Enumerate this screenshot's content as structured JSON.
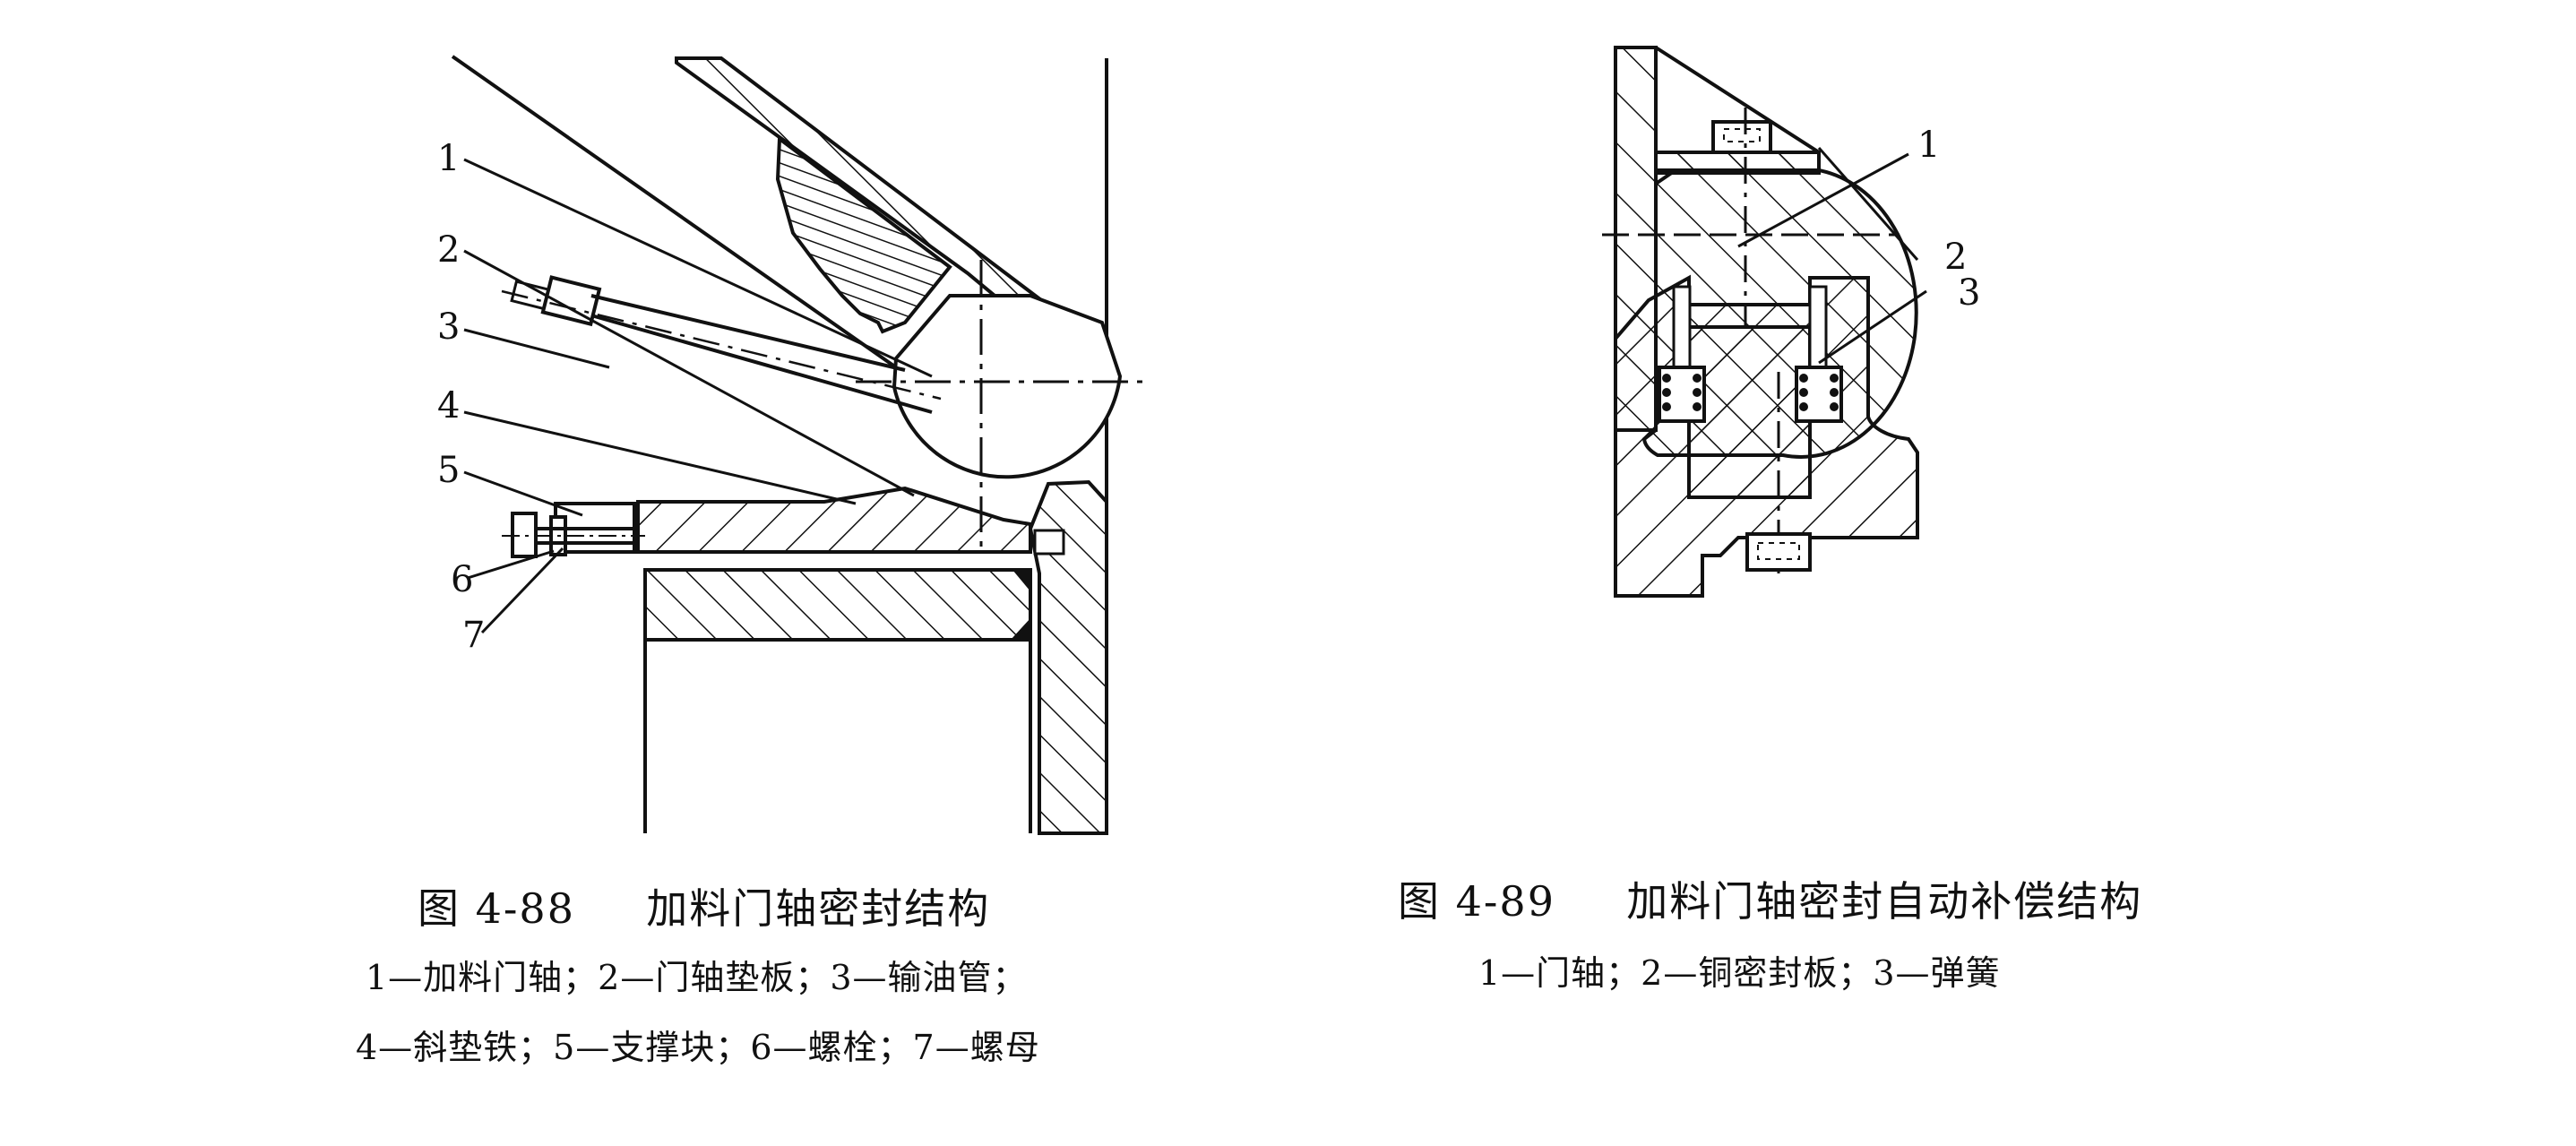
{
  "figures": [
    {
      "id": "fig-4-88",
      "number": "图 4-88",
      "title": "加料门轴密封结构",
      "legend_lines": [
        "1—加料门轴；2—门轴垫板；3—输油管；",
        "4—斜垫铁；5—支撑块；6—螺栓；7—螺母"
      ],
      "parts": [
        {
          "no": "1",
          "name": "加料门轴"
        },
        {
          "no": "2",
          "name": "门轴垫板"
        },
        {
          "no": "3",
          "name": "输油管"
        },
        {
          "no": "4",
          "name": "斜垫铁"
        },
        {
          "no": "5",
          "name": "支撑块"
        },
        {
          "no": "6",
          "name": "螺栓"
        },
        {
          "no": "7",
          "name": "螺母"
        }
      ]
    },
    {
      "id": "fig-4-89",
      "number": "图 4-89",
      "title": "加料门轴密封自动补偿结构",
      "legend_lines": [
        "1—门轴；2—铜密封板；3—弹簧"
      ],
      "parts": [
        {
          "no": "1",
          "name": "门轴"
        },
        {
          "no": "2",
          "name": "铜密封板"
        },
        {
          "no": "3",
          "name": "弹簧"
        }
      ]
    }
  ]
}
